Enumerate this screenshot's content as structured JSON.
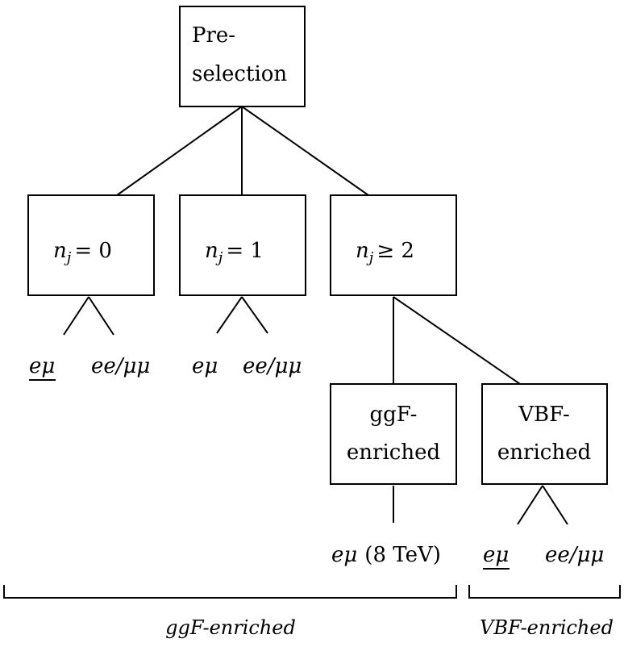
{
  "nodes": {
    "preselection": {
      "line1": "Pre-",
      "line2": "selection"
    },
    "nj0": {
      "var": "n",
      "sub": "j",
      "rel": "= 0"
    },
    "nj1": {
      "var": "n",
      "sub": "j",
      "rel": "= 1"
    },
    "nj2": {
      "var": "n",
      "sub": "j",
      "rel": "≥ 2"
    },
    "ggf": {
      "line1": "ggF-",
      "line2": "enriched"
    },
    "vbf": {
      "line1": "VBF-",
      "line2": "enriched"
    }
  },
  "leaves": {
    "nj0_left": "eμ",
    "nj0_right": "ee/μμ",
    "nj1_left": "eμ",
    "nj1_right": "ee/μμ",
    "ggf_leaf_channel": "eμ",
    "ggf_leaf_energy": "(8 TeV)",
    "vbf_left": "eμ",
    "vbf_right": "ee/μμ"
  },
  "brackets": {
    "ggf_label": "ggF-enriched",
    "vbf_label": "VBF-enriched"
  },
  "colors": {
    "stroke": "#000000",
    "background": "#ffffff"
  }
}
